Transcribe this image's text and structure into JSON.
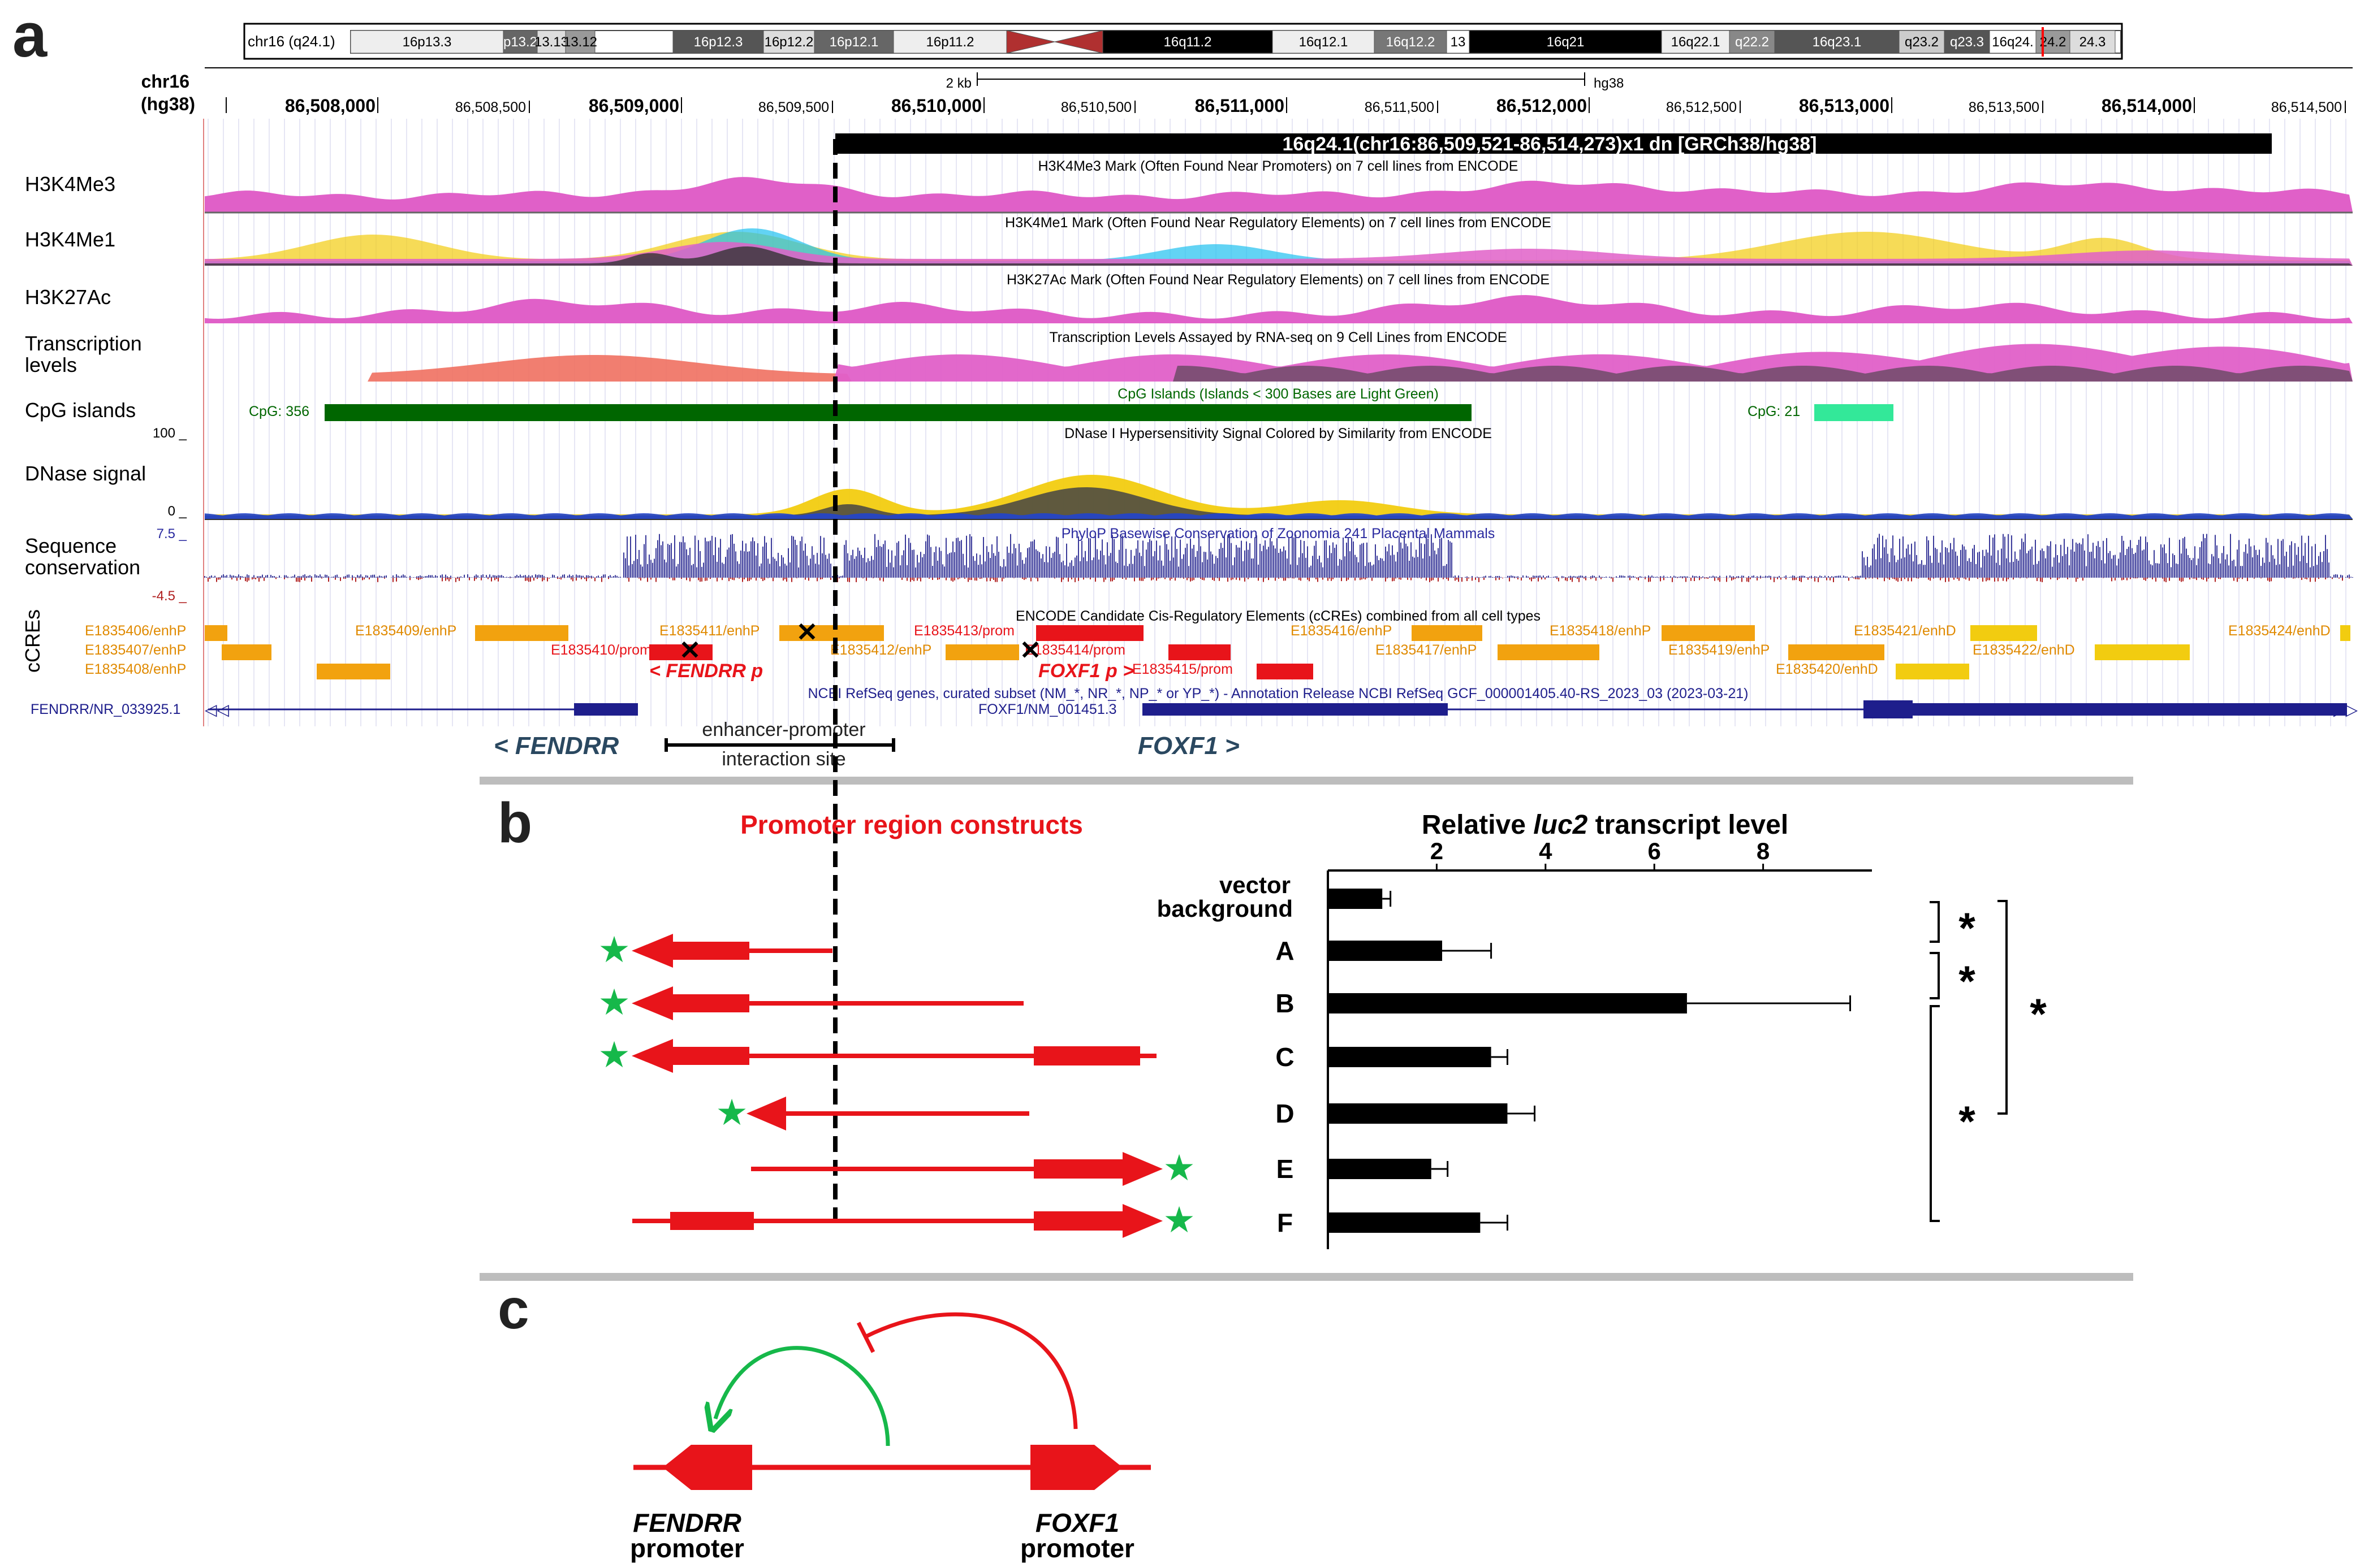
{
  "panels": {
    "a": "a",
    "b": "b",
    "c": "c"
  },
  "colors": {
    "pink": "#e060c8",
    "orange": "#f2a20f",
    "yellow": "#f2cc10",
    "red": "#e8141a",
    "green_dark": "#006600",
    "green_light": "#33e899",
    "navy": "#1e1e8c",
    "conservation": "#3a3a9a",
    "star": "#16b84a",
    "grey_rule": "#bdbdbd"
  },
  "ideogram": {
    "label": "chr16 (q24.1)",
    "bands": [
      "16p13.3",
      "p13.2",
      "13.13",
      "13.12",
      "16p12.3",
      "16p12.2",
      "16p12.1",
      "16p11.2",
      "16q11.2",
      "16q12.1",
      "16q12.2",
      "13",
      "16q21",
      "16q22.1",
      "q22.2",
      "16q23.1",
      "q23.2",
      "q23.3",
      "16q24.",
      "24.2",
      "24.3"
    ]
  },
  "ruler": {
    "chrom": "chr16",
    "assembly": "(hg38)",
    "scale_label": "2 kb",
    "scale_assembly": "hg38",
    "major_ticks": [
      "86,508,000",
      "86,509,000",
      "86,510,000",
      "86,511,000",
      "86,512,000",
      "86,513,000",
      "86,514,000"
    ],
    "minor_ticks": [
      "86,508,500",
      "86,509,500",
      "86,510,500",
      "86,511,500",
      "86,512,500",
      "86,513,500",
      "86,514,500"
    ]
  },
  "cnv_bar": "16q24.1(chr16:86,509,521-86,514,273)x1 dn [GRCh38/hg38]",
  "tracks": {
    "h3k4me3": {
      "label": "H3K4Me3",
      "caption": "H3K4Me3 Mark (Often Found Near Promoters) on 7 cell lines from ENCODE"
    },
    "h3k4me1": {
      "label": "H3K4Me1",
      "caption": "H3K4Me1 Mark (Often Found Near Regulatory Elements) on 7 cell lines from ENCODE"
    },
    "h3k27ac": {
      "label": "H3K27Ac",
      "caption": "H3K27Ac Mark (Often Found Near Regulatory Elements) on 7 cell lines from ENCODE"
    },
    "transcription": {
      "label_line1": "Transcription",
      "label_line2": "levels",
      "caption": "Transcription Levels Assayed by RNA-seq on 9 Cell Lines from ENCODE"
    },
    "cpg": {
      "label": "CpG islands",
      "caption": "CpG Islands (Islands < 300 Bases are Light Green)",
      "island1": "CpG: 356",
      "island2": "CpG: 21"
    },
    "dnase": {
      "label": "DNase signal",
      "caption": "DNase I Hypersensitivity Signal Colored by Similarity from ENCODE",
      "max": "100 _",
      "min": "0 _"
    },
    "conservation": {
      "label_line1": "Sequence",
      "label_line2": "conservation",
      "caption": "PhyloP Basewise Conservation of Zoonomia 241 Placental Mammals",
      "max": "7.5 _",
      "min": "-4.5 _"
    },
    "ccre": {
      "label": "cCREs",
      "caption": "ENCODE Candidate Cis-Regulatory Elements (cCREs) combined from all cell types"
    },
    "refseq": {
      "caption": "NCBI RefSeq genes, curated subset (NM_*, NR_*, NP_* or YP_*) - Annotation Release NCBI RefSeq GCF_000001405.40-RS_2023_03 (2023-03-21)",
      "fendrr": "FENDRR/NR_033925.1",
      "foxf1": "FOXF1/NM_001451.3"
    }
  },
  "ccre_elements": [
    "E1835406/enhP",
    "E1835407/enhP",
    "E1835408/enhP",
    "E1835409/enhP",
    "E1835410/prom",
    "E1835411/enhP",
    "E1835412/enhP",
    "E1835413/prom",
    "E1835414/prom",
    "E1835415/prom",
    "E1835416/enhP",
    "E1835417/enhP",
    "E1835418/enhP",
    "E1835419/enhP",
    "E1835420/enhD",
    "E1835421/enhD",
    "E1835422/enhD",
    "E1835424/enhD"
  ],
  "promoter_labels": {
    "fendrr_p": "< FENDRR p",
    "foxf1_p": "FOXF1 p >"
  },
  "gene_labels": {
    "fendrr": "< FENDRR",
    "foxf1": "FOXF1 >"
  },
  "interaction_site": {
    "line1": "enhancer-promoter",
    "line2": "interaction site"
  },
  "panel_b": {
    "constructs_title": "Promoter region constructs",
    "chart_title_pre": "Relative ",
    "chart_title_gene": "luc2",
    "chart_title_post": " transcript level",
    "significance": "*"
  },
  "chart_data": {
    "type": "bar",
    "orientation": "horizontal",
    "title": "Relative luc2 transcript level",
    "categories": [
      "vector background",
      "A",
      "B",
      "C",
      "D",
      "E",
      "F"
    ],
    "values": [
      1.0,
      2.1,
      6.6,
      3.0,
      3.3,
      1.9,
      2.8
    ],
    "error": [
      0.15,
      0.9,
      3.0,
      0.3,
      0.5,
      0.3,
      0.5
    ],
    "xticks": [
      2,
      4,
      6,
      8
    ],
    "xlim": [
      0,
      10
    ],
    "significance_brackets": [
      [
        "vector background",
        "A"
      ],
      [
        "A",
        "B"
      ],
      [
        "B",
        "F"
      ],
      [
        "vector background",
        "D"
      ]
    ]
  },
  "panel_c": {
    "fendrr_line1": "FENDRR",
    "fendrr_line2": "promoter",
    "foxf1_line1": "FOXF1",
    "foxf1_line2": "promoter"
  }
}
